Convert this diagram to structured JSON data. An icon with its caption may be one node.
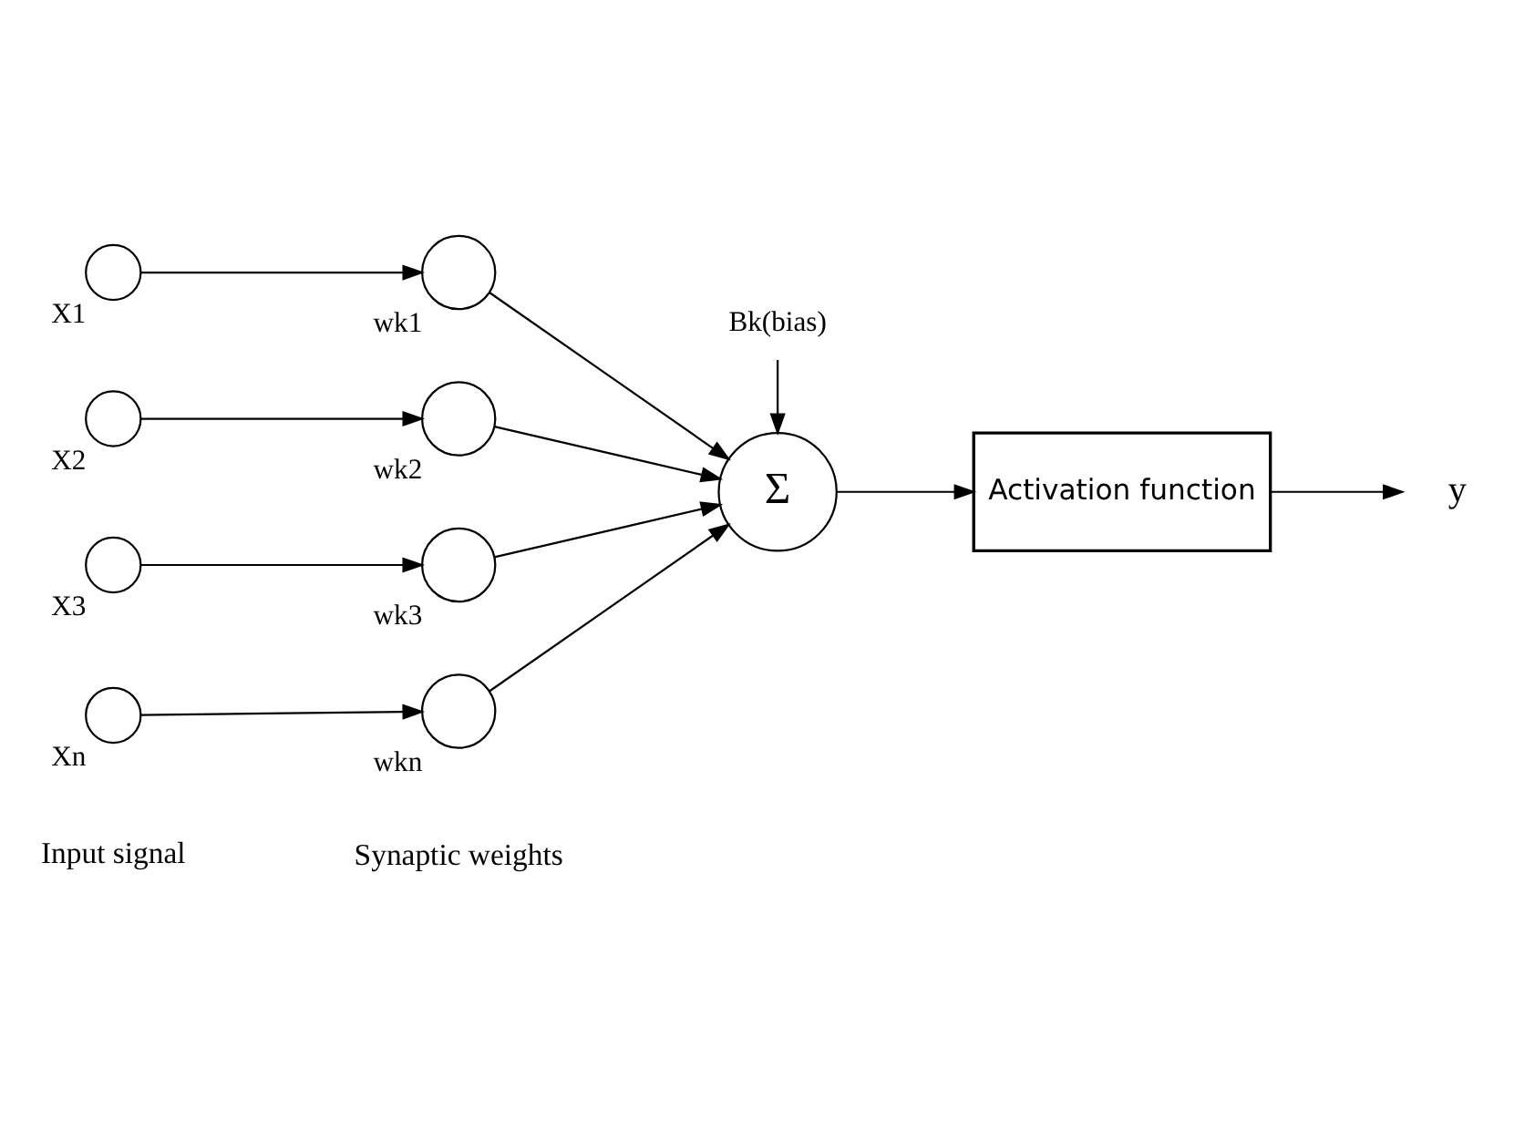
{
  "diagram": {
    "nodes": [
      {
        "text": [],
        "shape": "circle",
        "beside": [
          "X1"
        ]
      },
      {
        "text": [],
        "shape": "circle",
        "beside": [
          "X2"
        ]
      },
      {
        "text": [],
        "shape": "circle",
        "beside": [
          "X3"
        ]
      },
      {
        "text": [],
        "shape": "circle",
        "beside": [
          "Xn"
        ]
      },
      {
        "text": [],
        "shape": "circle",
        "beside": [
          "wk1"
        ]
      },
      {
        "text": [],
        "shape": "circle",
        "beside": [
          "wk2"
        ]
      },
      {
        "text": [],
        "shape": "circle",
        "beside": [
          "wk3"
        ]
      },
      {
        "text": [],
        "shape": "circle",
        "beside": [
          "wkn"
        ]
      },
      {
        "text": [
          "Bk(bias)"
        ]
      },
      {
        "text": [
          "Σ"
        ]
      },
      {
        "text": [
          "Activation function"
        ]
      },
      {
        "text": [
          "y"
        ]
      }
    ],
    "edges": [
      {
        "from": 0,
        "to": 4,
        "arrow": "to"
      },
      {
        "from": 1,
        "to": 5,
        "arrow": "to"
      },
      {
        "from": 2,
        "to": 6,
        "arrow": "to"
      },
      {
        "from": 3,
        "to": 7,
        "arrow": "to"
      },
      {
        "from": 4,
        "to": 9,
        "arrow": "to"
      },
      {
        "from": 5,
        "to": 9,
        "arrow": "to"
      },
      {
        "from": 6,
        "to": 9,
        "arrow": "to"
      },
      {
        "from": 7,
        "to": 9,
        "arrow": "to"
      },
      {
        "from": 8,
        "to": 9,
        "arrow": "to"
      },
      {
        "from": 9,
        "to": 10,
        "arrow": "to"
      },
      {
        "from": 10,
        "to": 11,
        "arrow": "to"
      }
    ],
    "labels": [
      "Input signal",
      "Synaptic weights"
    ]
  }
}
